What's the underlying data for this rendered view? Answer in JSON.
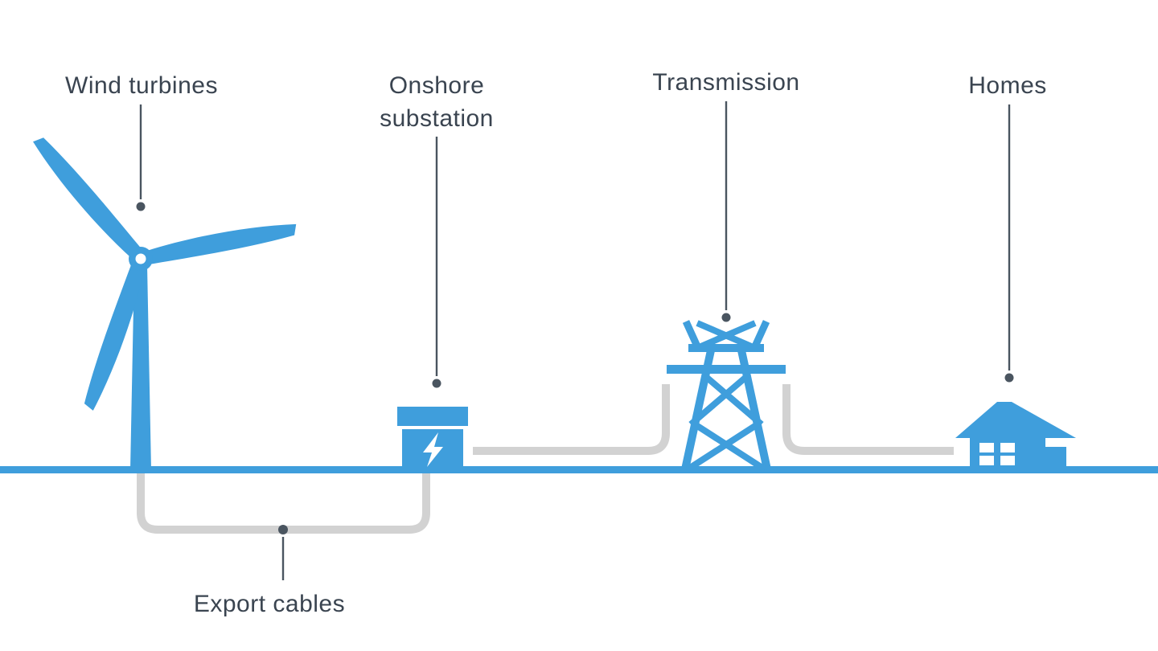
{
  "colors": {
    "accent_blue": "#3F9EDC",
    "label_text": "#3A4450",
    "cable_gray": "#D2D2D2",
    "pointer_gray": "#4A5560",
    "background": "#FFFFFF"
  },
  "labels": {
    "wind_turbines": "Wind turbines",
    "onshore_substation_lines": [
      "Onshore",
      "substation"
    ],
    "transmission": "Transmission",
    "homes": "Homes",
    "export_cables": "Export cables"
  },
  "diagram": {
    "type": "flow",
    "description_from_pixels_only": "Left-to-right energy flow along a blue ground line",
    "nodes": [
      {
        "id": "wind-turbines",
        "label": "Wind turbines",
        "icon": "wind-turbine-icon"
      },
      {
        "id": "export-cables",
        "label": "Export cables",
        "icon": "underground-cable"
      },
      {
        "id": "onshore-substation",
        "label": "Onshore substation",
        "icon": "substation-icon"
      },
      {
        "id": "transmission",
        "label": "Transmission",
        "icon": "transmission-tower-icon"
      },
      {
        "id": "homes",
        "label": "Homes",
        "icon": "house-icon"
      }
    ]
  }
}
